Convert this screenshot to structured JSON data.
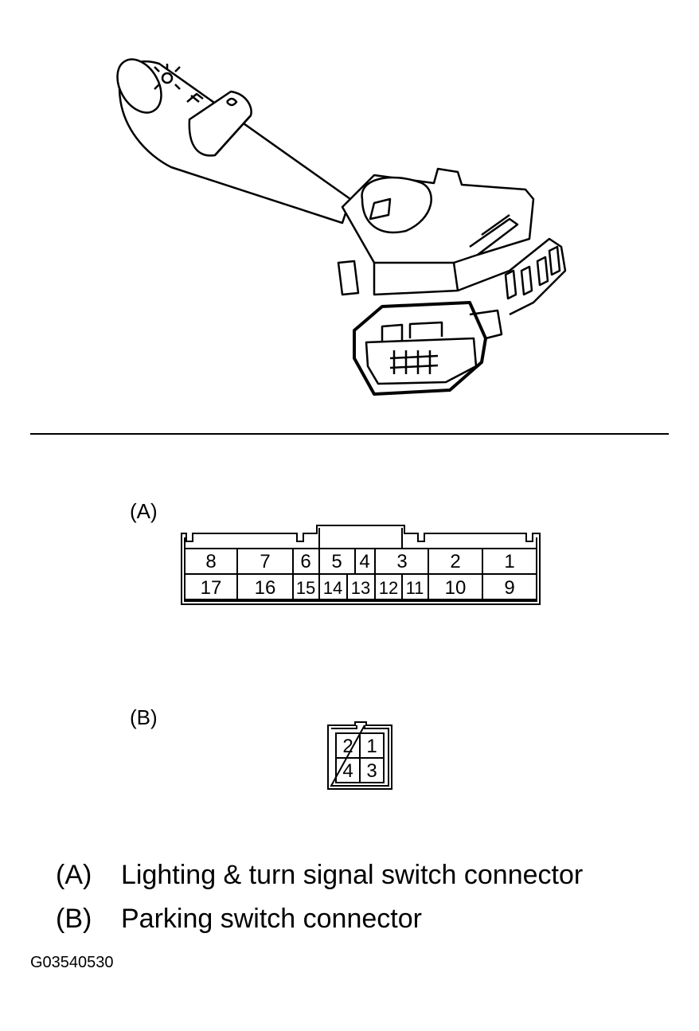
{
  "connector_a": {
    "label": "(A)",
    "top_row": [
      "8",
      "7",
      "6",
      "5",
      "4",
      "3",
      "2",
      "1"
    ],
    "bottom_row": [
      "17",
      "16",
      "15",
      "14",
      "13",
      "12",
      "11",
      "10",
      "9"
    ]
  },
  "connector_b": {
    "label": "(B)",
    "top_row": [
      "2",
      "1"
    ],
    "bottom_row": [
      "4",
      "3"
    ]
  },
  "legend": [
    {
      "key": "(A)",
      "text": "Lighting & turn signal switch connector"
    },
    {
      "key": "(B)",
      "text": "Parking switch connector"
    }
  ],
  "figure_code": "G03540530",
  "icons": [
    "light-switch-illustration"
  ]
}
